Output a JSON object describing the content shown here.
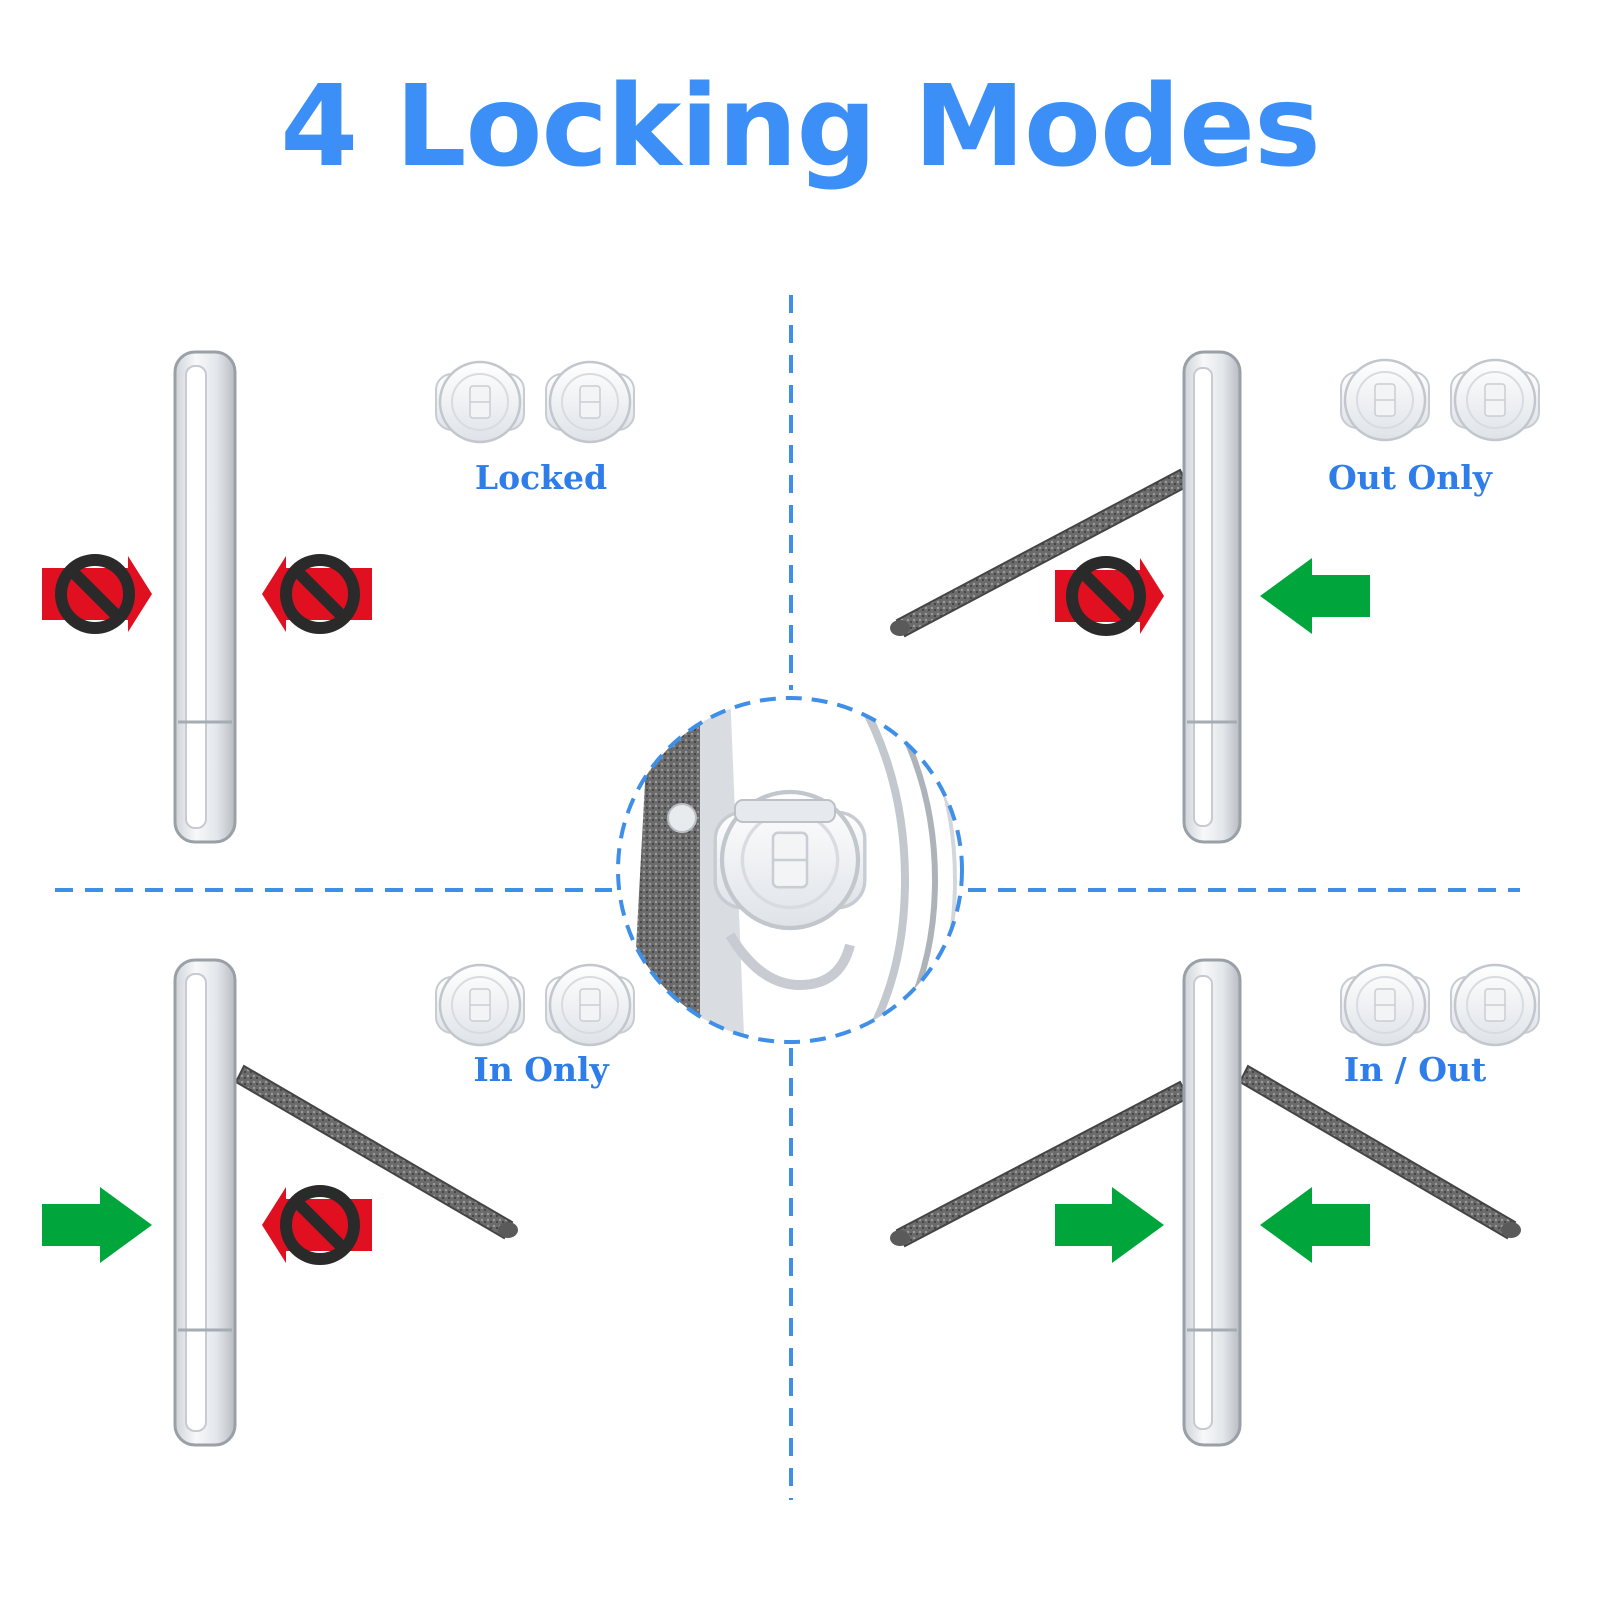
{
  "title": "4 Locking Modes",
  "modes": [
    {
      "label": "Locked",
      "left_arrow": "blocked",
      "right_arrow": "blocked"
    },
    {
      "label": "Out Only",
      "left_arrow": "blocked",
      "right_arrow": "allowed"
    },
    {
      "label": "In Only",
      "left_arrow": "allowed",
      "right_arrow": "blocked"
    },
    {
      "label": "In / Out",
      "left_arrow": "allowed",
      "right_arrow": "allowed"
    }
  ],
  "colors": {
    "title": "#3d8ff8",
    "label": "#2f7de8",
    "divider": "#3f8fe8",
    "allowed_arrow": "#00a53c",
    "blocked_arrow": "#e01020",
    "prohibition": "#2a2a2a"
  },
  "icons": {
    "allowed": "green-arrow-icon",
    "blocked": "prohibited-arrow-icon"
  }
}
